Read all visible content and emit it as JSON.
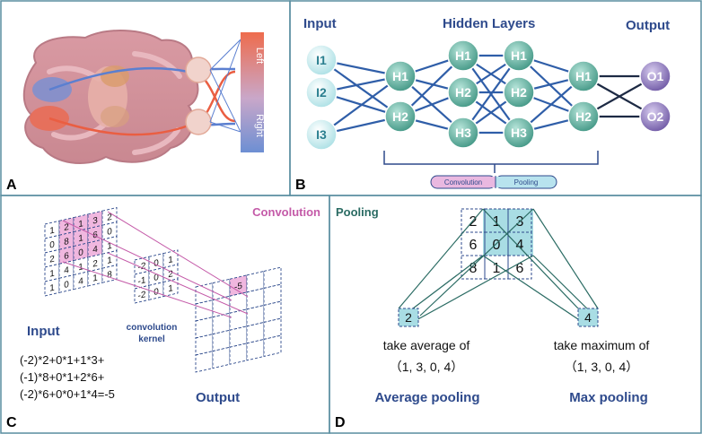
{
  "panel_labels": {
    "a": "A",
    "b": "B",
    "c": "C",
    "d": "D"
  },
  "panel_a": {
    "bar_top": "Left",
    "bar_bottom": "Right"
  },
  "panel_b": {
    "input_title": "Input",
    "hidden_title": "Hidden Layers",
    "output_title": "Output",
    "input_nodes": [
      "I1",
      "I2",
      "I3"
    ],
    "hidden1": [
      "H1",
      "H2"
    ],
    "hidden2": [
      "H1",
      "H2",
      "H3"
    ],
    "hidden3": [
      "H1",
      "H2",
      "H3"
    ],
    "hidden4": [
      "H1",
      "H2"
    ],
    "output_nodes": [
      "O1",
      "O2"
    ],
    "pill_left": "Convolution",
    "pill_right": "Pooling"
  },
  "panel_c": {
    "title": "Convolution",
    "input_label": "Input",
    "kernel_label_1": "convolution",
    "kernel_label_2": "kernel",
    "output_label": "Output",
    "input_grid": [
      [
        "1",
        "2",
        "1",
        "3",
        "2"
      ],
      [
        "0",
        "8",
        "1",
        "6",
        "0"
      ],
      [
        "2",
        "6",
        "0",
        "4",
        "1"
      ],
      [
        "1",
        "4",
        "1",
        "2",
        "1"
      ],
      [
        "1",
        "0",
        "4",
        "1",
        "8"
      ]
    ],
    "kernel": [
      [
        "-2",
        "0",
        "1"
      ],
      [
        "-1",
        "0",
        "2"
      ],
      [
        "-2",
        "0",
        "1"
      ]
    ],
    "result": "-5",
    "equation_lines": [
      "(-2)*2+0*1+1*3+",
      "(-1)*8+0*1+2*6+",
      "(-2)*6+0*0+1*4=-5"
    ]
  },
  "panel_d": {
    "title": "Pooling",
    "grid": [
      [
        "2",
        "1",
        "3"
      ],
      [
        "6",
        "0",
        "4"
      ],
      [
        "8",
        "1",
        "6"
      ]
    ],
    "avg_result": "2",
    "max_result": "4",
    "avg_text": "take average of",
    "max_text": "take maximum of",
    "avg_values": "（1, 3, 0, 4）",
    "max_values": "（1, 3, 0, 4）",
    "avg_label": "Average pooling",
    "max_label": "Max pooling"
  },
  "colors": {
    "border": "#5a8ea0",
    "navy": "#2e4a8c",
    "teal": "#2a6b63",
    "pink": "#c45aa8",
    "node_input": "#cdeef1",
    "node_hidden": "#5fb3a1",
    "node_output": "#8b74b8"
  }
}
